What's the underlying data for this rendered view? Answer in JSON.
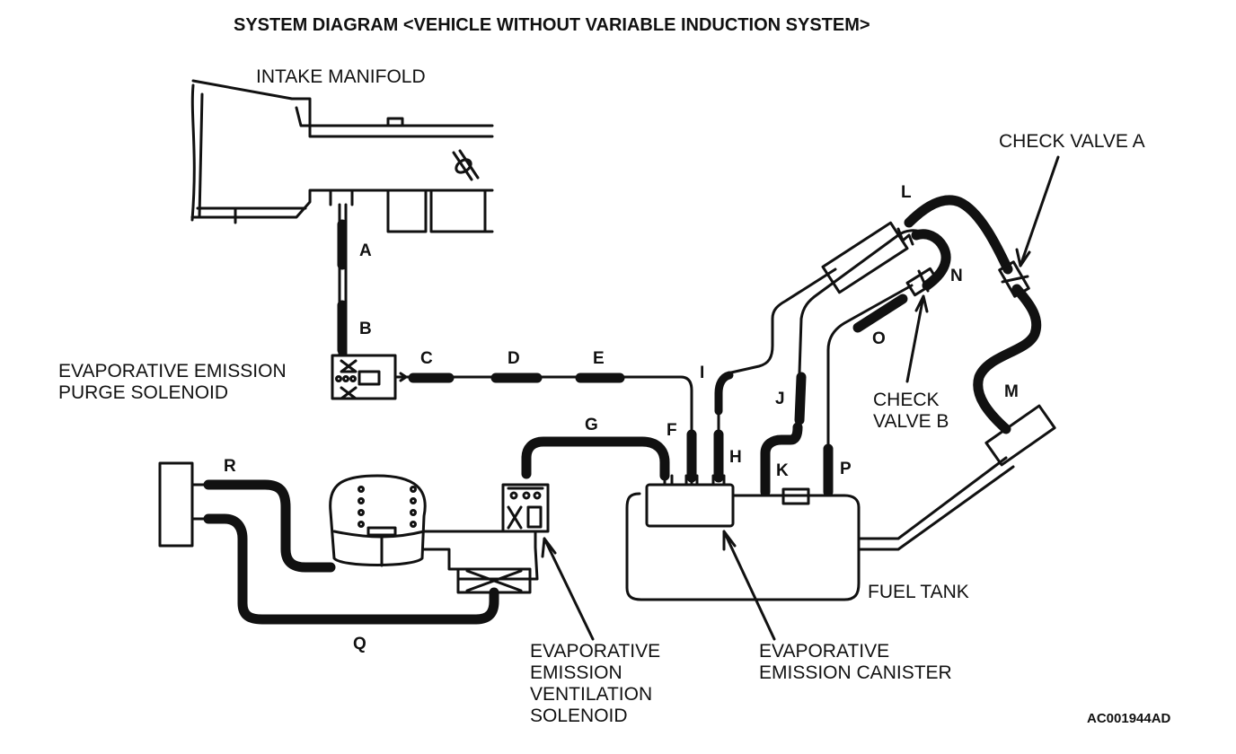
{
  "diagram": {
    "title": "SYSTEM DIAGRAM <VEHICLE WITHOUT VARIABLE INDUCTION SYSTEM>",
    "code": "AC001944AD",
    "components": {
      "intake_manifold": "INTAKE MANIFOLD",
      "check_valve_a": "CHECK VALVE A",
      "check_valve_b": [
        "CHECK",
        "VALVE B"
      ],
      "purge_solenoid": [
        "EVAPORATIVE EMISSION",
        "PURGE SOLENOID"
      ],
      "fuel_tank": "FUEL TANK",
      "ventilation_solenoid": [
        "EVAPORATIVE",
        "EMISSION",
        "VENTILATION",
        "SOLENOID"
      ],
      "canister": [
        "EVAPORATIVE",
        "EMISSION CANISTER"
      ]
    },
    "hoses": {
      "A": "A",
      "B": "B",
      "C": "C",
      "D": "D",
      "E": "E",
      "F": "F",
      "G": "G",
      "H": "H",
      "I": "I",
      "J": "J",
      "K": "K",
      "L": "L",
      "M": "M",
      "N": "N",
      "O": "O",
      "P": "P",
      "Q": "Q",
      "R": "R"
    },
    "colors": {
      "ink": "#111111",
      "paper": "#ffffff"
    }
  }
}
